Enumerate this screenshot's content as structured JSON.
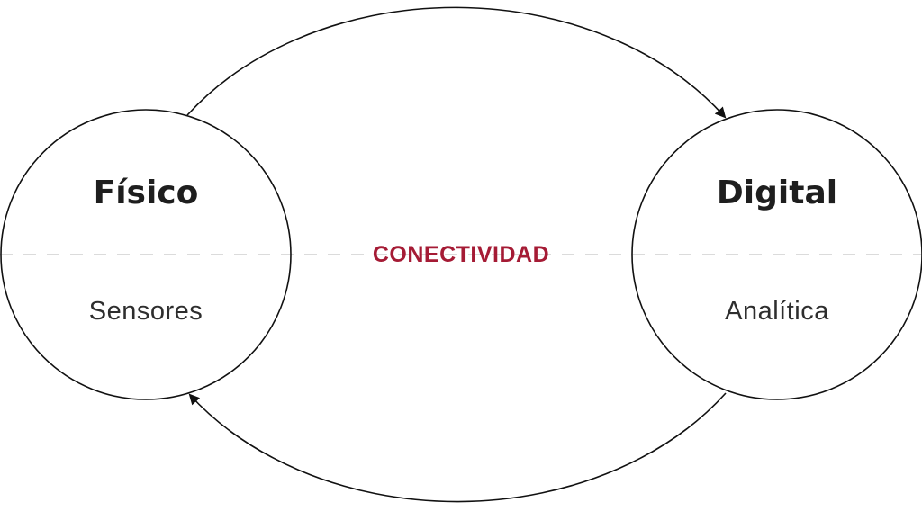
{
  "diagram": {
    "center_label": "CONECTIVIDAD",
    "center_color": "#a51b35",
    "nodes": [
      {
        "title": "Físico",
        "subtitle": "Sensores"
      },
      {
        "title": "Digital",
        "subtitle": "Analítica"
      }
    ],
    "edges": [
      {
        "from": "Físico",
        "to": "Digital",
        "direction": "upper-arc"
      },
      {
        "from": "Digital",
        "to": "Físico",
        "direction": "lower-arc"
      }
    ],
    "colors": {
      "stroke": "#111111",
      "divider": "#cfcfcf",
      "title": "#1e1e1e",
      "subtitle": "#2e2e2e"
    }
  }
}
